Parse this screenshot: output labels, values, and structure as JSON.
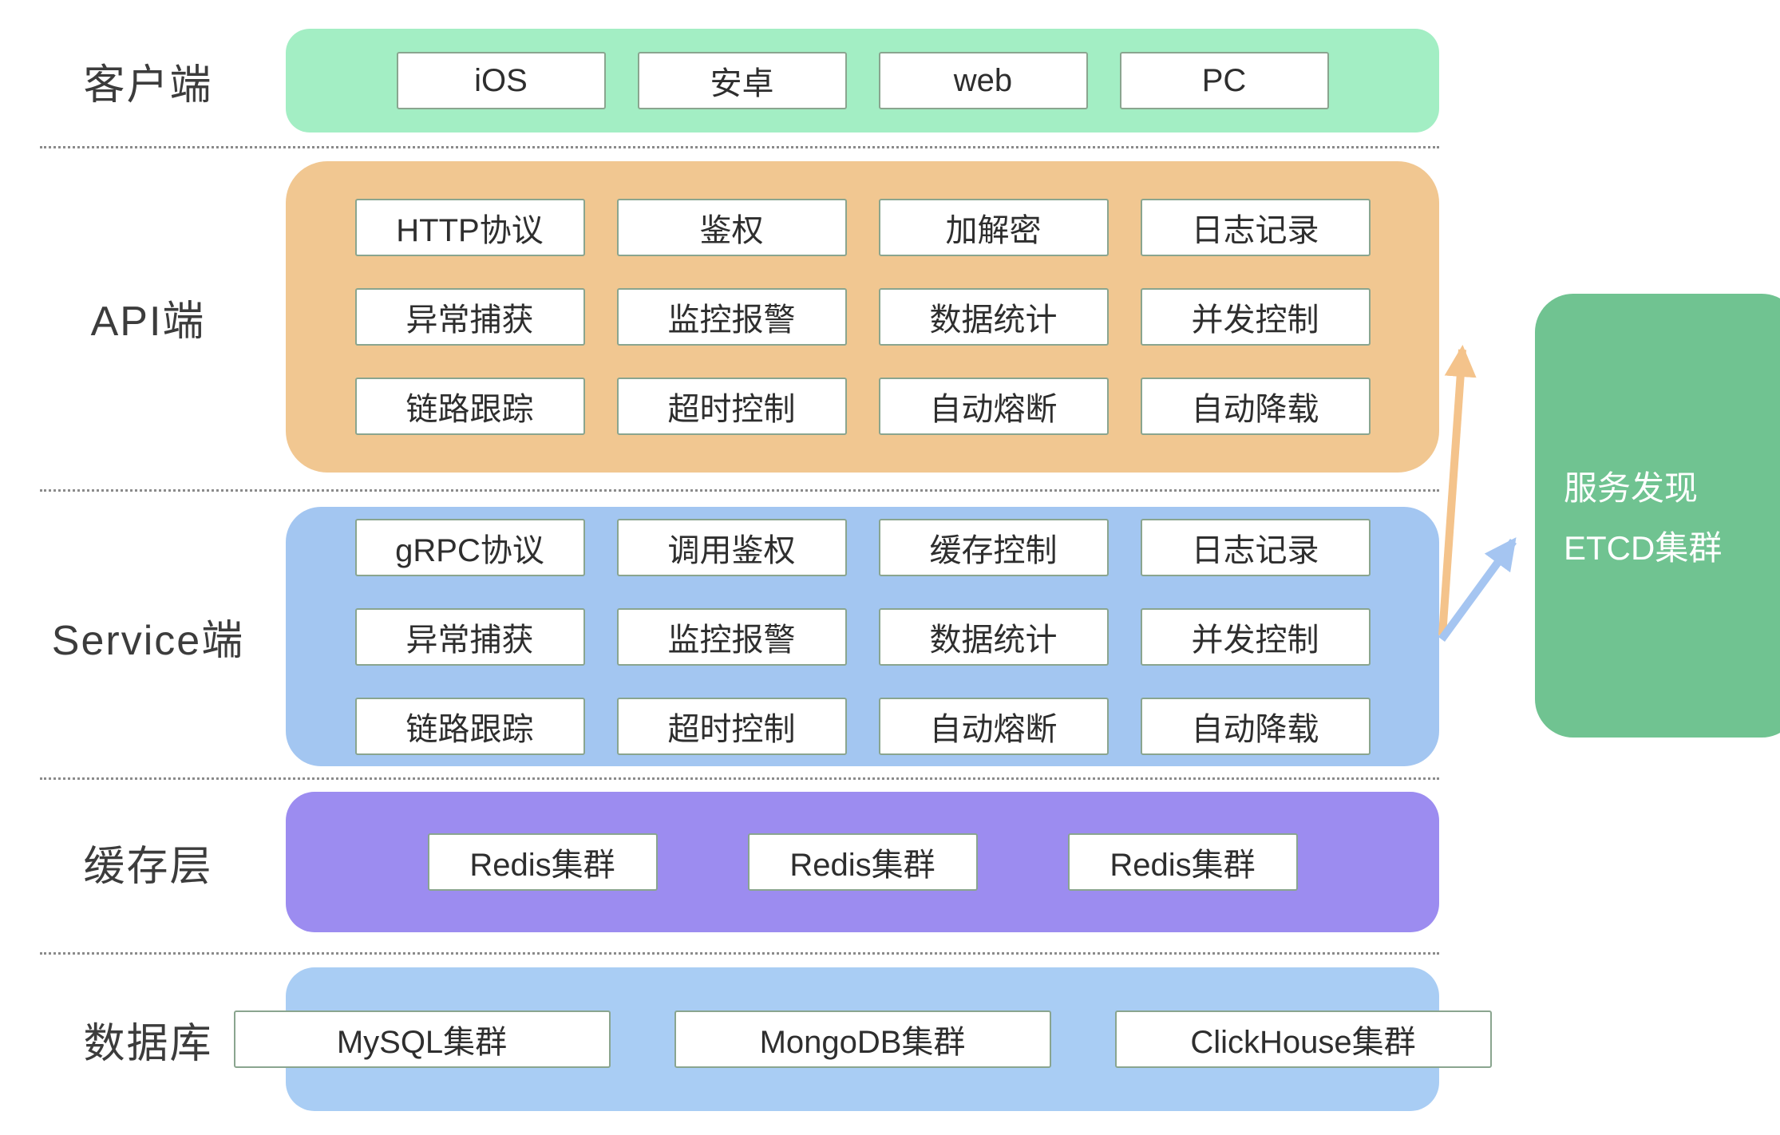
{
  "layers": [
    {
      "id": "client",
      "label": "客户端",
      "items": [
        "iOS",
        "安卓",
        "web",
        "PC"
      ]
    },
    {
      "id": "api",
      "label": "API端",
      "rows": [
        [
          "HTTP协议",
          "鉴权",
          "加解密",
          "日志记录"
        ],
        [
          "异常捕获",
          "监控报警",
          "数据统计",
          "并发控制"
        ],
        [
          "链路跟踪",
          "超时控制",
          "自动熔断",
          "自动降载"
        ]
      ]
    },
    {
      "id": "service",
      "label": "Service端",
      "rows": [
        [
          "gRPC协议",
          "调用鉴权",
          "缓存控制",
          "日志记录"
        ],
        [
          "异常捕获",
          "监控报警",
          "数据统计",
          "并发控制"
        ],
        [
          "链路跟踪",
          "超时控制",
          "自动熔断",
          "自动降载"
        ]
      ]
    },
    {
      "id": "cache",
      "label": "缓存层",
      "items": [
        "Redis集群",
        "Redis集群",
        "Redis集群"
      ]
    },
    {
      "id": "database",
      "label": "数据库",
      "items": [
        "MySQL集群",
        "MongoDB集群",
        "ClickHouse集群"
      ]
    }
  ],
  "etcd": {
    "label_line1": "服务发现",
    "label_line2": "ETCD集群"
  },
  "colors": {
    "client_bg": "#a3eec4",
    "api_bg": "#f1c791",
    "service_bg": "#a3c6f1",
    "cache_bg": "#9c8cf0",
    "database_bg": "#a9cdf4",
    "etcd_bg": "#70c391",
    "box_border": "#8aa58f",
    "arrow_orange": "#f4c38b",
    "arrow_blue": "#a5c5f1"
  }
}
